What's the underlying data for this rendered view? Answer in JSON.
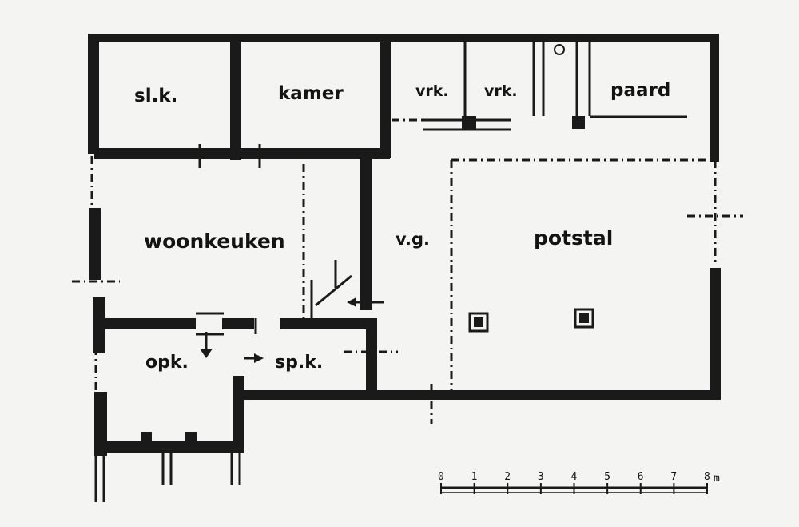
{
  "rooms": {
    "slk": "sl.k.",
    "kamer": "kamer",
    "vrk1": "vrk.",
    "vrk2": "vrk.",
    "paard": "paard",
    "woonkeuken": "woonkeuken",
    "vg": "v.g.",
    "potstal": "potstal",
    "opk": "opk.",
    "spk": "sp.k."
  },
  "scale": {
    "ticks": [
      "0",
      "1",
      "2",
      "3",
      "4",
      "5",
      "6",
      "7",
      "8"
    ],
    "unit": "m"
  },
  "colors": {
    "ink": "#1a1a1a",
    "paper": "#f4f4f2"
  }
}
